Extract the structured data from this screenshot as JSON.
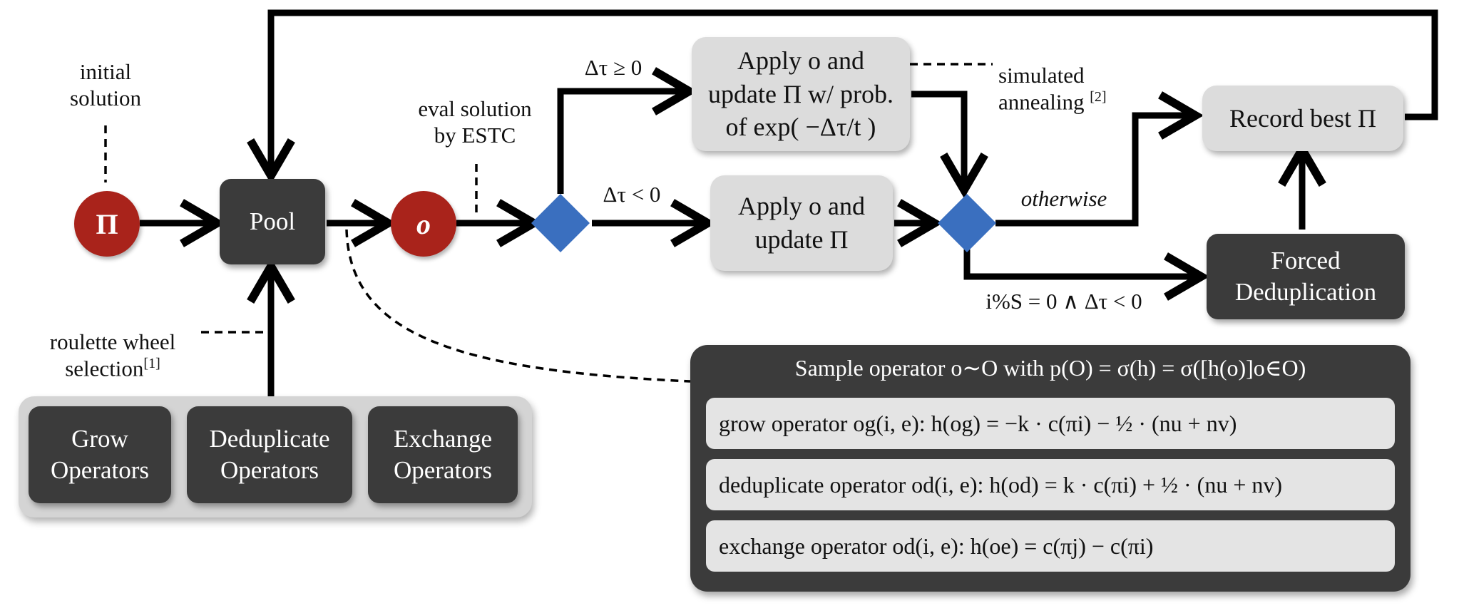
{
  "labels": {
    "initial_solution": "initial\nsolution",
    "roulette_wheel": "roulette wheel\nselection",
    "roulette_cite": "[1]",
    "eval_solution": "eval solution\nby ESTC",
    "dtau_ge": "Δτ ≥ 0",
    "dtau_lt": "Δτ < 0",
    "simulated_annealing": "simulated\nannealing",
    "annealing_cite": "[2]",
    "otherwise": "otherwise",
    "dedup_condition": "i%S = 0 ∧ Δτ < 0"
  },
  "nodes": {
    "pi": "Π",
    "o": "o",
    "pool": "Pool",
    "apply_sa": "Apply o and\nupdate Π w/ prob.\nof exp( −Δτ/t )",
    "apply": "Apply o and\nupdate Π",
    "record_best": "Record best Π",
    "forced_dedup": "Forced\nDeduplication"
  },
  "operators": {
    "grow": "Grow\nOperators",
    "deduplicate": "Deduplicate\nOperators",
    "exchange": "Exchange\nOperators"
  },
  "sampling": {
    "title": "Sample operator o∼O with p(O) = σ(h) = σ([h(o)]o∈O)",
    "grow_formula": "grow operator og(i, e): h(og) = −k · c(πi) − ½ · (nu + nv)",
    "dedup_formula": "deduplicate operator od(i, e): h(od) = k · c(πi) + ½ · (nu + nv)",
    "exchange_formula": "exchange operator od(i, e): h(oe) = c(πj) − c(πi)"
  },
  "colors": {
    "dark_node": "#3b3b3b",
    "light_node": "#dcdcdc",
    "red_node": "#a9231b",
    "decision": "#3a6fbf",
    "arrow": "#000000"
  }
}
